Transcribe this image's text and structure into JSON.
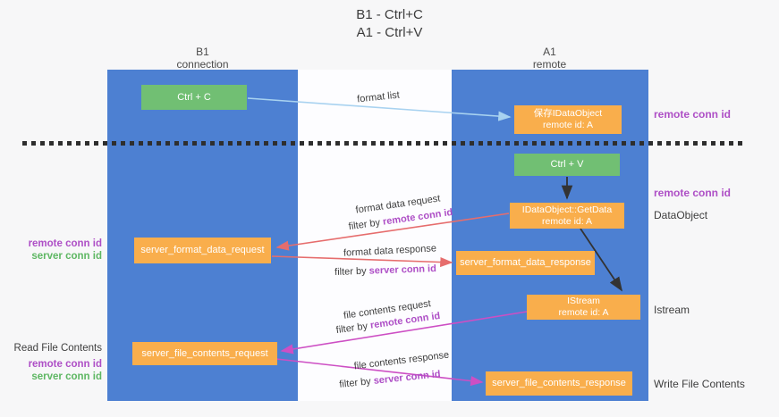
{
  "title": {
    "line1": "B1 - Ctrl+C",
    "line2": "A1 - Ctrl+V"
  },
  "lanes": {
    "left": {
      "title": "B1",
      "subtitle": "connection"
    },
    "right": {
      "title": "A1",
      "subtitle": "remote"
    }
  },
  "nodes": {
    "ctrl_c": {
      "label": "Ctrl + C"
    },
    "ctrl_v": {
      "label": "Ctrl + V"
    },
    "save_idataobject": {
      "line1": "保存IDataObject",
      "line2": "remote id: A"
    },
    "getdata": {
      "line1": "IDataObject::GetData",
      "line2": "remote id: A"
    },
    "istream": {
      "line1": "IStream",
      "line2": "remote id: A"
    },
    "server_format_data_request": {
      "label": "server_format_data_request"
    },
    "server_format_data_response": {
      "label": "server_format_data_response"
    },
    "server_file_contents_request": {
      "label": "server_file_contents_request"
    },
    "server_file_contents_response": {
      "label": "server_file_contents_response"
    }
  },
  "flow_labels": {
    "format_list": "format list",
    "format_data_request": "format data request",
    "format_data_response": "format data response",
    "file_contents_request": "file contents request",
    "file_contents_response": "file contents response",
    "filter_by": "filter by",
    "remote_conn_id": "remote conn id",
    "server_conn_id": "server conn id"
  },
  "side_labels": {
    "remote_conn_id": "remote conn id",
    "server_conn_id": "server conn id",
    "dataobject": "DataObject",
    "istream": "Istream",
    "read_file_contents": "Read File Contents",
    "write_file_contents": "Write File Contents"
  },
  "colors": {
    "lane_blue": "#4d80d2",
    "node_orange": "#f9ae4c",
    "node_green": "#71bf73",
    "arrow_light_blue": "#a8d2f0",
    "arrow_salmon": "#e66d6d",
    "arrow_magenta": "#cd4fc4",
    "arrow_black": "#333333",
    "label_purple": "#ae4fc6",
    "label_green": "#5eb763",
    "divider_black": "#2e2e2e"
  }
}
